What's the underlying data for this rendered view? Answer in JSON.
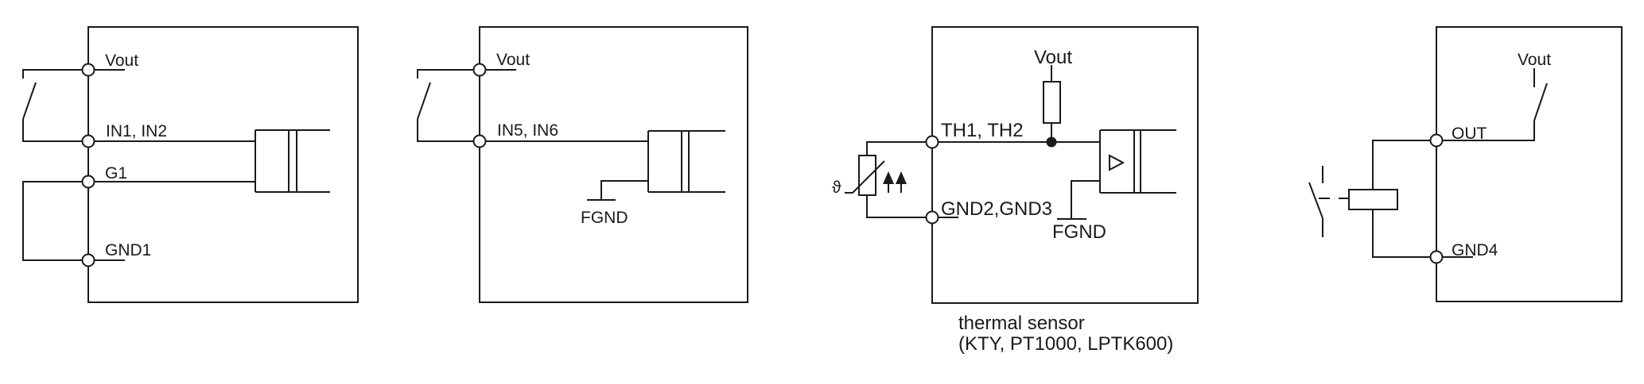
{
  "colors": {
    "ink": "#1a1a1a",
    "background": "#ffffff"
  },
  "diagram1": {
    "vout": "Vout",
    "input": "IN1, IN2",
    "gate": "G1",
    "ground": "GND1"
  },
  "diagram2": {
    "vout": "Vout",
    "input": "IN5, IN6",
    "fgnd": "FGND"
  },
  "diagram3": {
    "vout": "Vout",
    "input": "TH1, TH2",
    "ground": "GND2,GND3",
    "fgnd": "FGND",
    "theta": "ϑ",
    "caption1": "thermal sensor",
    "caption2": "(KTY, PT1000, LPTK600)"
  },
  "diagram4": {
    "vout": "Vout",
    "output": "OUT",
    "ground": "GND4"
  }
}
